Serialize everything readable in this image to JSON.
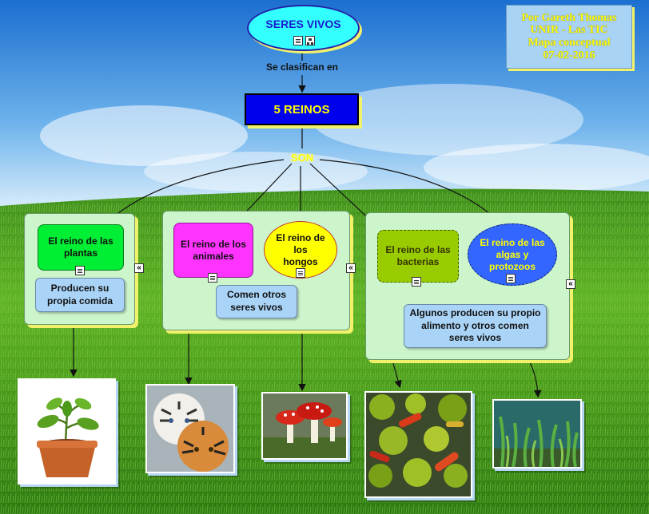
{
  "root": {
    "title": "SERES VIVOS"
  },
  "link_classify": "Se clasifican en",
  "main": {
    "title": "5 REINOS"
  },
  "link_son": "SON",
  "credit": {
    "line1": "Por Gareth Thomas",
    "line2": "UNIR - Las TIC",
    "line3": "Mapa conceptual",
    "line4": "07-02-2016"
  },
  "kingdoms": {
    "plantas": {
      "label": "El reino de las plantas",
      "desc": "Producen su propia comida"
    },
    "animales": {
      "label": "El reino de los animales"
    },
    "hongos": {
      "label": "El reino de los hongos"
    },
    "animales_hongos_desc": "Comen otros seres vivos",
    "bacterias": {
      "label": "El reino de las bacterias"
    },
    "algas": {
      "label": "El reino de las algas y protozoos"
    },
    "bacterias_algas_desc": "Algunos producen su propio alimento y otros comen seres vivos"
  },
  "icons": {
    "document": "document-icon",
    "submap": "concept-map-icon",
    "collapse": "collapse-icon",
    "collapse_glyph": "«"
  },
  "colors": {
    "root_fill": "#33ffff",
    "main_fill": "#0000ee",
    "plantas": "#00ee33",
    "animales": "#ff33ff",
    "hongos": "#ffff00",
    "bacterias": "#99cc00",
    "algas": "#3366ff",
    "group_fill": "#ccf5cc",
    "desc_fill": "#aad4f7",
    "credit_fill": "#a9d3f5",
    "son_text": "#ffff00"
  }
}
